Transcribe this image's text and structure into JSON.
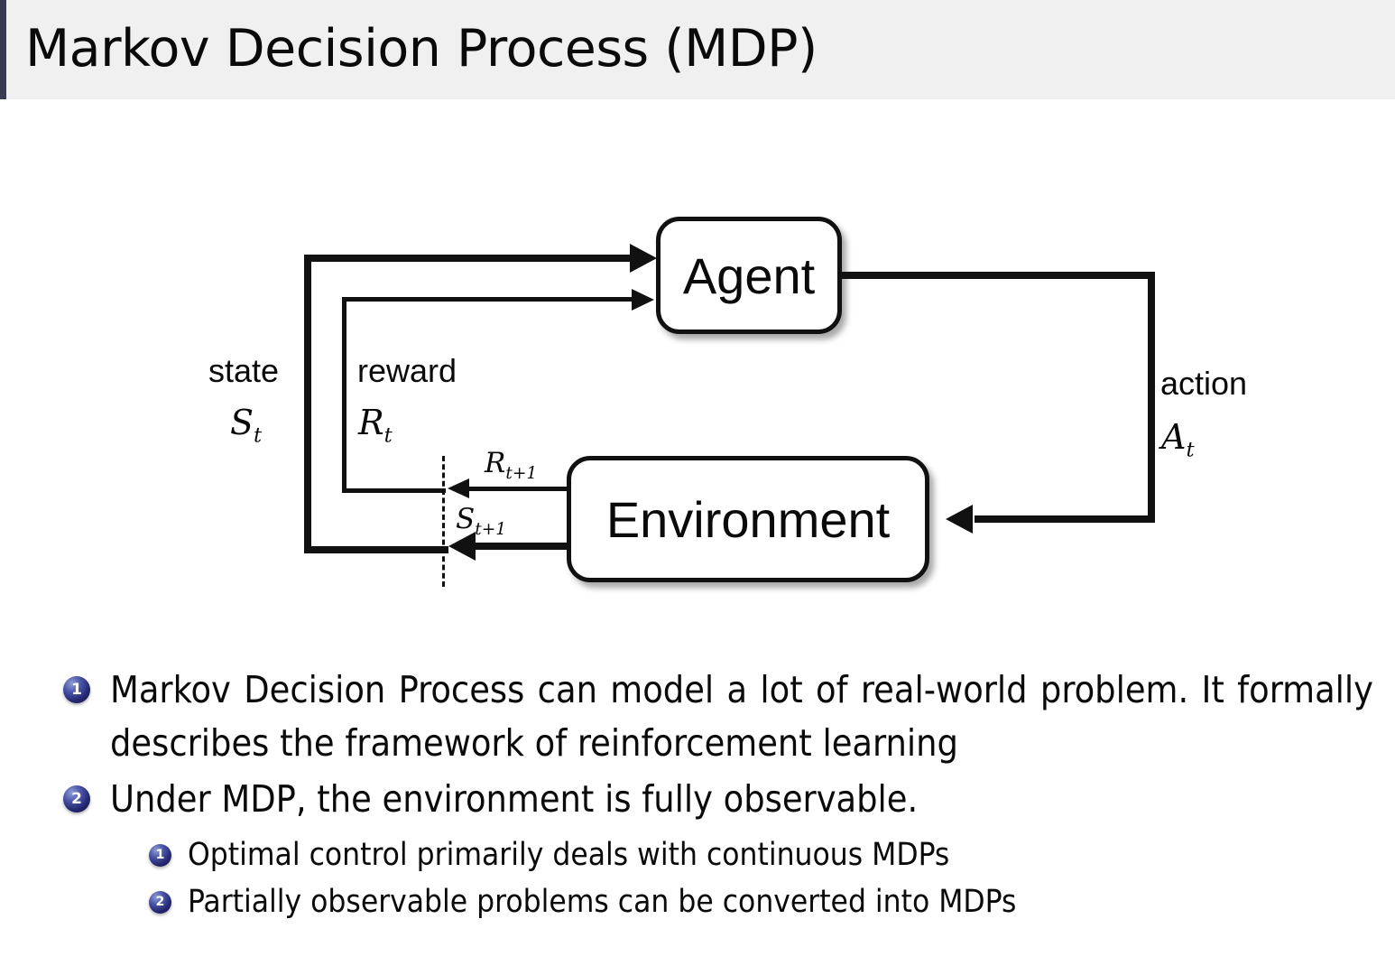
{
  "slide": {
    "title": "Markov Decision Process (MDP)",
    "title_band_color": "#f0f0f0",
    "accent_color": "#23266e",
    "background_color": "#ffffff"
  },
  "diagram": {
    "type": "agent-environment-interaction-loop",
    "nodes": {
      "agent": "Agent",
      "environment": "Environment"
    },
    "labels": {
      "state_word": "state",
      "state_symbol": "S",
      "state_subscript": "t",
      "reward_word": "reward",
      "reward_symbol": "R",
      "reward_subscript": "t",
      "action_word": "action",
      "action_symbol": "A",
      "action_subscript": "t",
      "next_reward_symbol": "R",
      "next_reward_subscript": "t+1",
      "next_state_symbol": "S",
      "next_state_subscript": "t+1"
    }
  },
  "bullets": [
    {
      "number": "1",
      "level": 1,
      "text": "Markov Decision Process can model a lot of real-world problem. It formally describes the framework of reinforcement learning"
    },
    {
      "number": "2",
      "level": 1,
      "text": "Under MDP, the environment is fully observable."
    },
    {
      "number": "1",
      "level": 2,
      "text": "Optimal control primarily deals with continuous MDPs"
    },
    {
      "number": "2",
      "level": 2,
      "text": "Partially observable problems can be converted into MDPs"
    }
  ]
}
